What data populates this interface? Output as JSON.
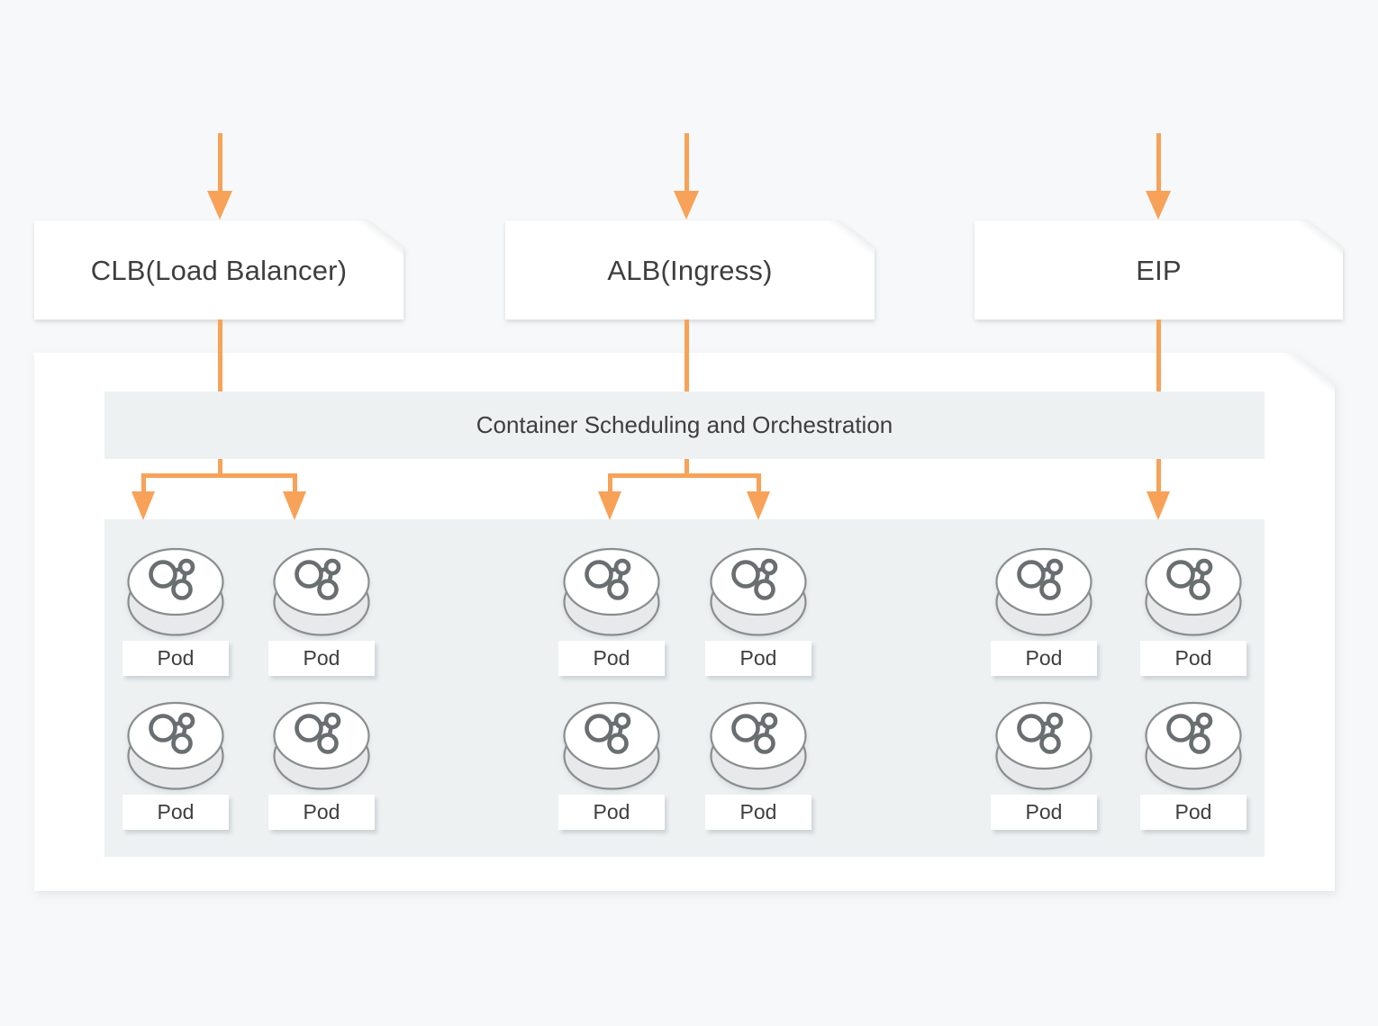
{
  "colors": {
    "accent": "#F7A258",
    "panel": "#EDF1F2",
    "background": "#F7F8F9",
    "ink": "#3E3E3E"
  },
  "nodes": [
    {
      "id": "clb",
      "label": "CLB(Load Balancer)"
    },
    {
      "id": "alb",
      "label": "ALB(Ingress)"
    },
    {
      "id": "eip",
      "label": "EIP"
    }
  ],
  "orchestration": {
    "header": "Container Scheduling and Orchestration"
  },
  "icons": {
    "pod_icon": "molecule-network",
    "arrow_icon": "down-arrow"
  },
  "pod_groups": [
    {
      "source_node_id": "clb",
      "pods": [
        {
          "label": "Pod"
        },
        {
          "label": "Pod"
        },
        {
          "label": "Pod"
        },
        {
          "label": "Pod"
        }
      ]
    },
    {
      "source_node_id": "alb",
      "pods": [
        {
          "label": "Pod"
        },
        {
          "label": "Pod"
        },
        {
          "label": "Pod"
        },
        {
          "label": "Pod"
        }
      ]
    },
    {
      "source_node_id": "eip",
      "pods": [
        {
          "label": "Pod"
        },
        {
          "label": "Pod"
        },
        {
          "label": "Pod"
        },
        {
          "label": "Pod"
        }
      ]
    }
  ]
}
